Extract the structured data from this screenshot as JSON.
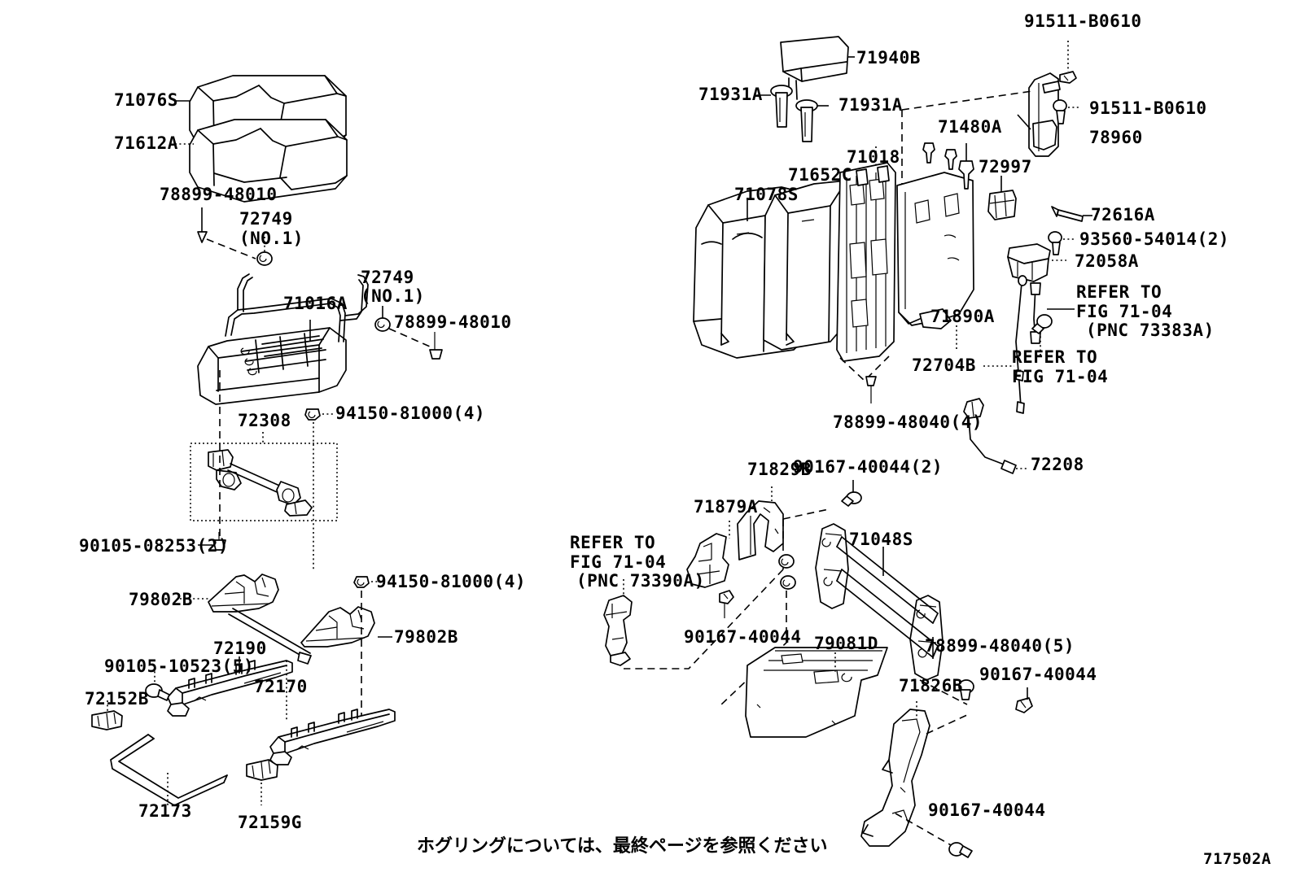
{
  "diagram": {
    "code": "717502A",
    "footnote_jp": "ホグリングについては、最終ページを参照ください"
  },
  "labels": {
    "l71076s": "71076S",
    "l71612a": "71612A",
    "l78899_48010_a": "78899-48010",
    "l72749_a": "72749",
    "l72749_a_sub": "(NO.1)",
    "l72749_b": "72749",
    "l72749_b_sub": "(NO.1)",
    "l78899_48010_b": "78899-48010",
    "l71016a": "71016A",
    "l94150_81000_a": "94150-81000(4)",
    "l72308": "72308",
    "l90105_08253": "90105-08253(2)",
    "l79802b_a": "79802B",
    "l79802b_b": "79802B",
    "l94150_81000_b": "94150-81000(4)",
    "l72190": "72190",
    "l90105_10523": "90105-10523(5)",
    "l72152b": "72152B",
    "l72170": "72170",
    "l72173": "72173",
    "l72159g": "72159G",
    "l71940b": "71940B",
    "l71931a_a": "71931A",
    "l71931a_b": "71931A",
    "l91511_b0610_a": "91511-B0610",
    "l91511_b0610_b": "91511-B0610",
    "l78960": "78960",
    "l71480a": "71480A",
    "l72997": "72997",
    "l71018": "71018",
    "l71652c": "71652C",
    "l71078s": "71078S",
    "l72616a": "72616A",
    "l93560_54014": "93560-54014(2)",
    "l72058a": "72058A",
    "l71890a": "71890A",
    "l72704b": "72704B",
    "l78899_48040_a": "78899-48040(4)",
    "refer_a_l1": "REFER TO",
    "refer_a_l2": "FIG 71-04",
    "refer_a_l3": "(PNC 73383A)",
    "refer_b_l1": "REFER TO",
    "refer_b_l2": "FIG 71-04",
    "refer_c_l1": "REFER TO",
    "refer_c_l2": "FIG 71-04",
    "refer_c_l3": "(PNC 73390A)",
    "l72208": "72208",
    "l71829b": "71829B",
    "l90167_40044_2": "90167-40044(2)",
    "l71879a": "71879A",
    "l90167_40044_a": "90167-40044",
    "l71048s": "71048S",
    "l79081d": "79081D",
    "l78899_48040_b": "78899-48040(5)",
    "l90167_40044_b": "90167-40044",
    "l71826b": "71826B",
    "l90167_40044_c": "90167-40044"
  }
}
